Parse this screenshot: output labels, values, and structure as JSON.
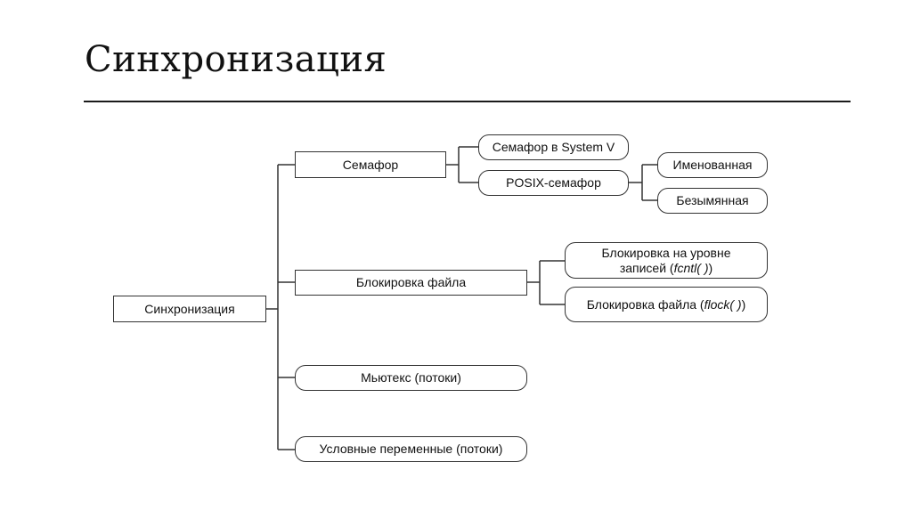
{
  "slide": {
    "title": "Синхронизация"
  },
  "diagram": {
    "root": "Синхронизация",
    "branches": {
      "semaphore": "Семафор",
      "semaphore_sysv": "Семафор в System V",
      "semaphore_posix": "POSIX-семафор",
      "posix_named": "Именованная",
      "posix_unnamed": "Безымянная",
      "file_lock": "Блокировка файла",
      "record_lock_line1": "Блокировка на уровне",
      "record_lock_line2_prefix": "записей (",
      "record_lock_func": "fcntl( )",
      "record_lock_suffix": ")",
      "flock_prefix": "Блокировка файла (",
      "flock_func": "flock( )",
      "flock_suffix": ")",
      "mutex": "Мьютекс (потоки)",
      "condvar": "Условные переменные (потоки)"
    }
  }
}
